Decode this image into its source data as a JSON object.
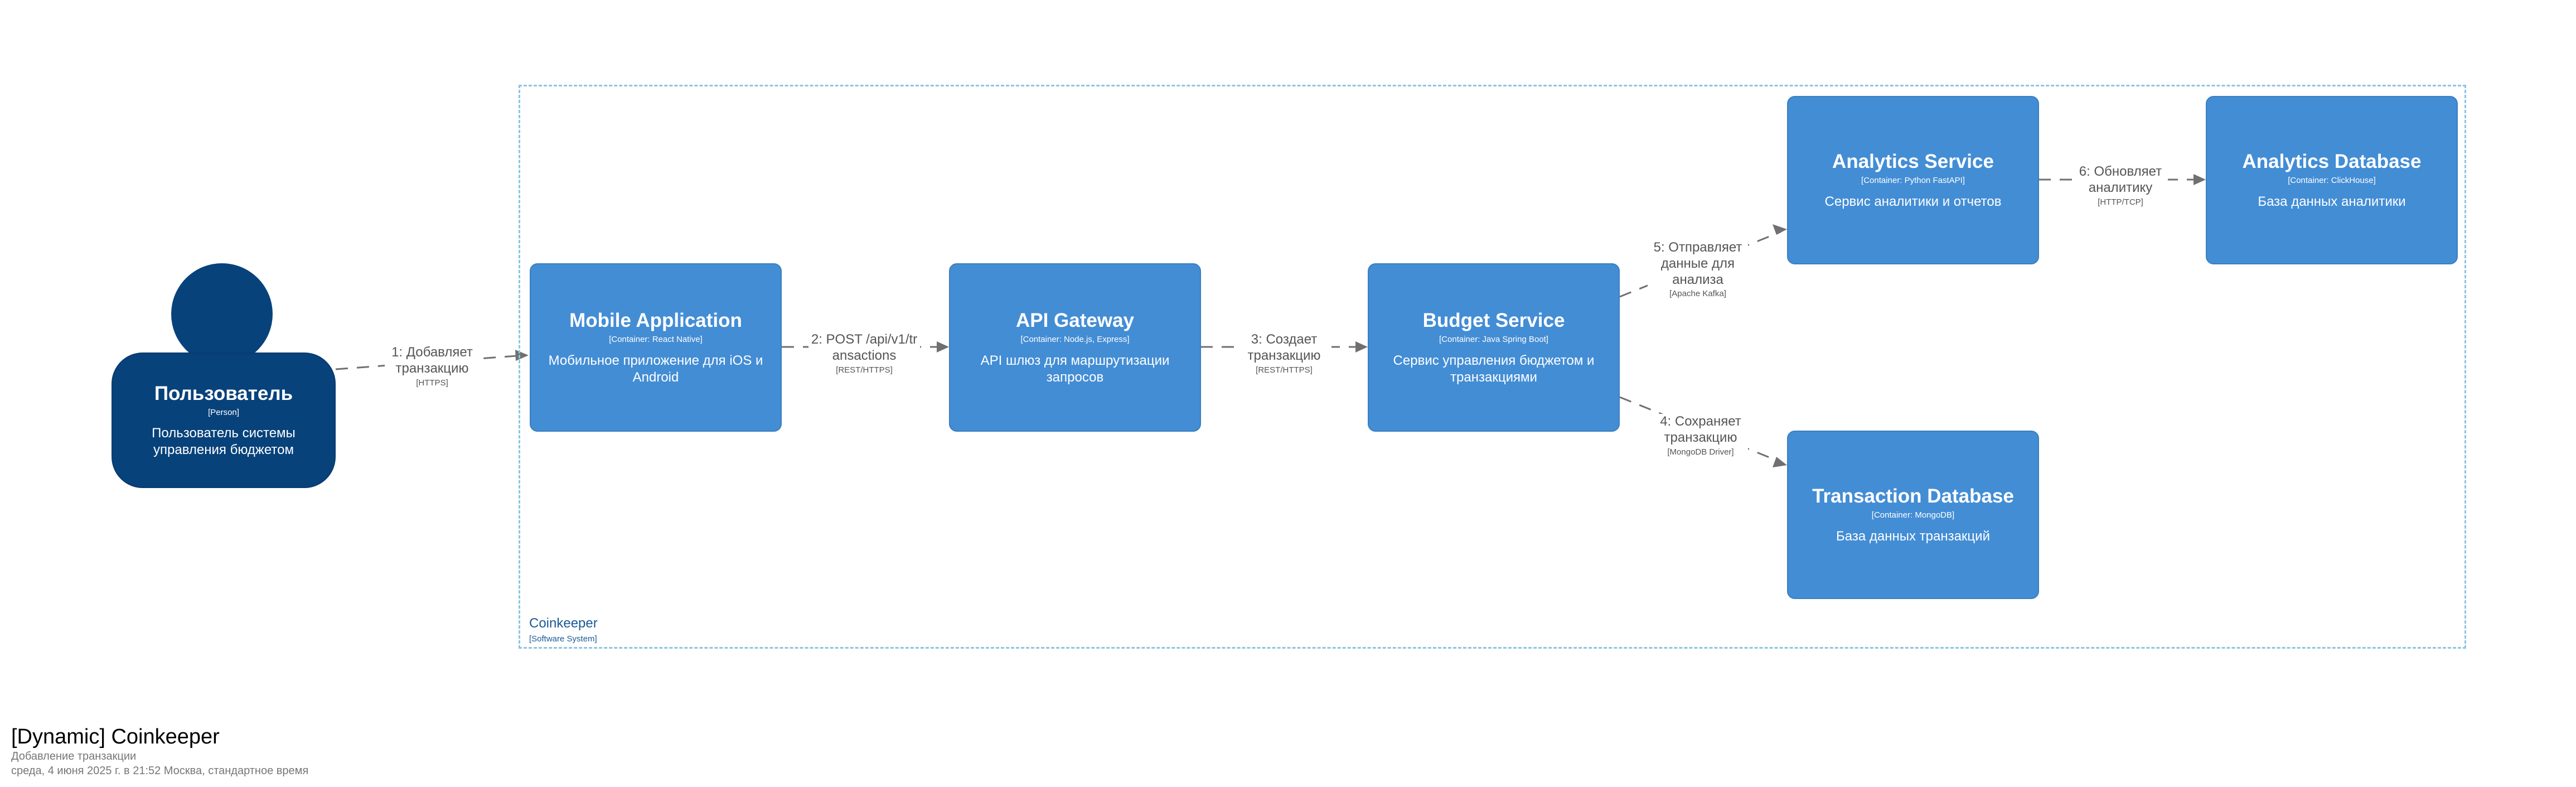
{
  "colors": {
    "person": "#08427b",
    "container": "#438dd5",
    "boundary": "#8ec4e3",
    "edge": "#707070",
    "label_text": "#555555"
  },
  "boundary": {
    "name": "Coinkeeper",
    "type": "[Software System]"
  },
  "person": {
    "name": "Пользователь",
    "type": "[Person]",
    "description": "Пользователь системы управления бюджетом"
  },
  "containers": {
    "mobile": {
      "name": "Mobile Application",
      "type": "[Container: React Native]",
      "description": "Мобильное приложение для iOS и Android"
    },
    "gateway": {
      "name": "API Gateway",
      "type": "[Container: Node.js, Express]",
      "description": "API шлюз для маршрутизации запросов"
    },
    "budget": {
      "name": "Budget Service",
      "type": "[Container: Java Spring Boot]",
      "description": "Сервис управления бюджетом и транзакциями"
    },
    "analytics": {
      "name": "Analytics Service",
      "type": "[Container: Python FastAPI]",
      "description": "Сервис аналитики и отчетов"
    },
    "analytics_db": {
      "name": "Analytics Database",
      "type": "[Container: ClickHouse]",
      "description": "База данных аналитики"
    },
    "transaction_db": {
      "name": "Transaction Database",
      "type": "[Container: MongoDB]",
      "description": "База данных транзакций"
    }
  },
  "relationships": {
    "r1": {
      "label": "1: Добавляет транзакцию",
      "tech": "[HTTPS]"
    },
    "r2": {
      "label": "2: POST /api/v1/transactions",
      "tech": "[REST/HTTPS]"
    },
    "r3": {
      "label": "3: Создает транзакцию",
      "tech": "[REST/HTTPS]"
    },
    "r4": {
      "label": "4: Сохраняет транзакцию",
      "tech": "[MongoDB Driver]"
    },
    "r5": {
      "label": "5: Отправляет данные для анализа",
      "tech": "[Apache Kafka]"
    },
    "r6": {
      "label": "6: Обновляет аналитику",
      "tech": "[HTTP/TCP]"
    }
  },
  "legend": {
    "title": "[Dynamic] Coinkeeper",
    "subtitle": "Добавление транзакции",
    "timestamp": "среда, 4 июня 2025 г. в 21:52 Москва, стандартное время"
  }
}
